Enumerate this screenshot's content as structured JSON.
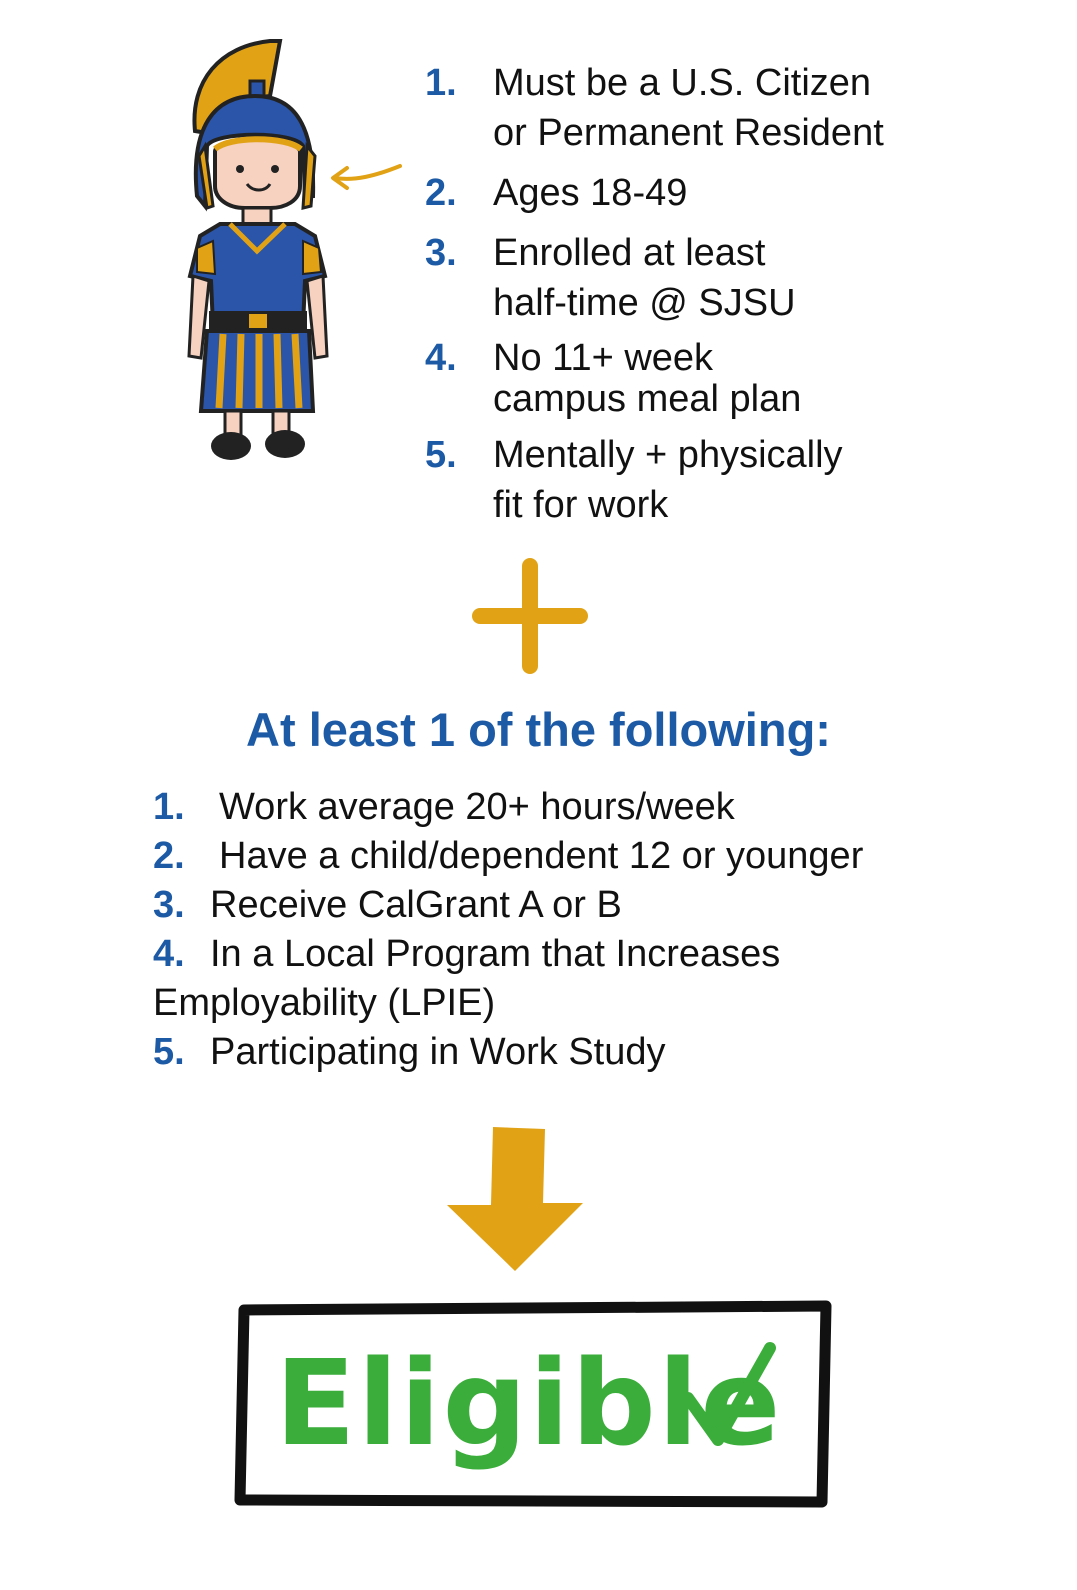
{
  "requirements": [
    {
      "num": "1.",
      "lines": [
        "Must be a U.S. Citizen",
        "or Permanent Resident"
      ]
    },
    {
      "num": "2.",
      "lines": [
        "Ages 18-49"
      ]
    },
    {
      "num": "3.",
      "lines": [
        "Enrolled at least",
        "half-time @ SJSU"
      ]
    },
    {
      "num": "4.",
      "lines": [
        "No 11+ week",
        "campus meal plan"
      ]
    },
    {
      "num": "5.",
      "lines": [
        "Mentally + physically",
        "fit for work"
      ]
    }
  ],
  "heading": "At least 1 of the following:",
  "options": [
    {
      "num": "1.",
      "text": "Work average 20+ hours/week"
    },
    {
      "num": "2.",
      "text": "Have a child/dependent 12 or younger"
    },
    {
      "num": "3.",
      "text": "Receive CalGrant A or B"
    },
    {
      "num": "4.",
      "text": "In a Local Program that Increases",
      "text2": "Employability (LPIE)"
    },
    {
      "num": "5.",
      "text": "Participating in Work Study"
    }
  ],
  "result": "Eligible",
  "colors": {
    "blue": "#1d5aa6",
    "gold": "#e1a216",
    "green": "#3aad3a",
    "black": "#111111"
  },
  "icons": [
    "spartan-mascot-icon",
    "curved-arrow-icon",
    "plus-icon",
    "down-arrow-icon",
    "checkmark-icon"
  ]
}
